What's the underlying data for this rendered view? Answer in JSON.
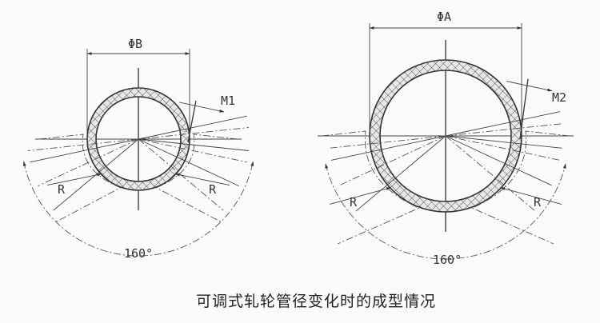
{
  "caption": "可调式轧轮管径变化时的成型情况",
  "left_diagram": {
    "diameter_label": "ΦB",
    "clearance_label": "M1",
    "radius_label_left": "R",
    "radius_label_right": "R",
    "angle_label": "160°"
  },
  "right_diagram": {
    "diameter_label": "ΦA",
    "clearance_label": "M2",
    "radius_label_left": "R",
    "radius_label_right": "R",
    "angle_label": "160°"
  },
  "colors": {
    "line": "#333333",
    "background": "#fbfbf9"
  }
}
